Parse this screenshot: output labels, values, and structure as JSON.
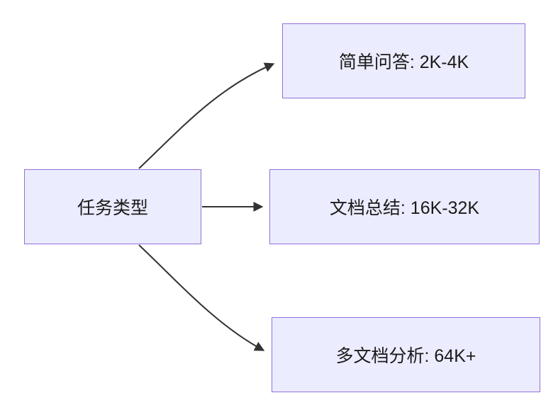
{
  "diagram": {
    "root": {
      "label": "任务类型"
    },
    "nodes": [
      {
        "label": "简单问答: 2K-4K"
      },
      {
        "label": "文档总结: 16K-32K"
      },
      {
        "label": "多文档分析: 64K+"
      }
    ],
    "colors": {
      "node_fill": "#ECECFF",
      "node_border": "#9370DB",
      "edge": "#333333"
    }
  }
}
